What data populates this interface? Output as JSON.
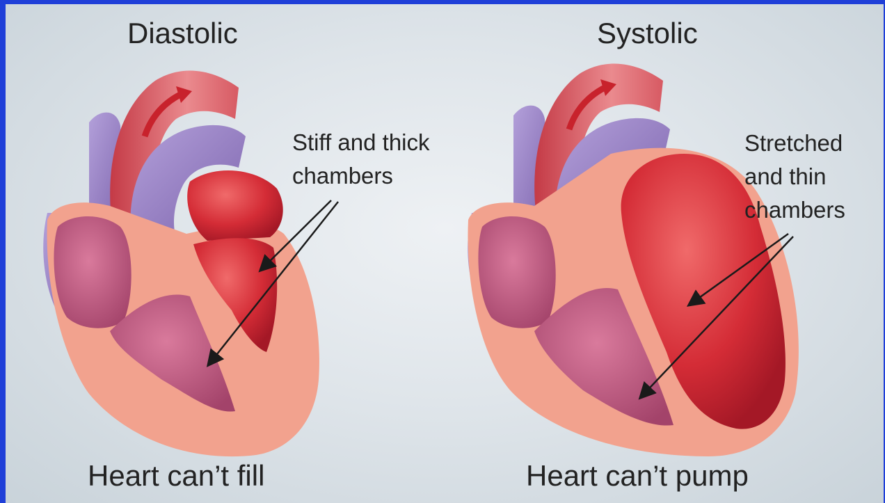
{
  "panels": {
    "left": {
      "title": "Diastolic",
      "callout_line1": "Stiff and thick",
      "callout_line2": "chambers",
      "caption": "Heart can’t fill"
    },
    "right": {
      "title": "Systolic",
      "callout_line1": "Stretched",
      "callout_line2": "and thin",
      "callout_line3": "chambers",
      "caption": "Heart can’t pump"
    }
  },
  "colors": {
    "border": "#1f3fd8",
    "muscle": "#f2a28e",
    "ventricle_red": "#d8323a",
    "chamber_pink": "#b8557a",
    "vein_purple": "#9a84c4",
    "text": "#222222"
  }
}
